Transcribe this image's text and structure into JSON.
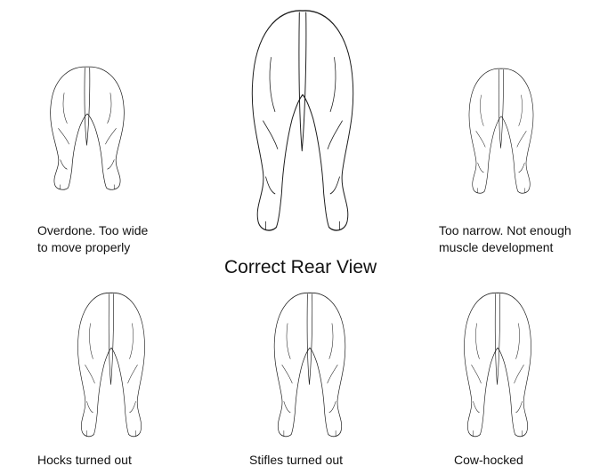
{
  "title": "Correct Rear View",
  "views": [
    {
      "lines": [
        "Overdone. Too wide",
        "to move properly"
      ]
    },
    {
      "lines": [
        "Too narrow. Not enough",
        "muscle development"
      ]
    },
    {
      "lines": [
        "Hocks turned out"
      ]
    },
    {
      "lines": [
        "Stifles turned out"
      ]
    },
    {
      "lines": [
        "Cow-hocked"
      ]
    }
  ]
}
